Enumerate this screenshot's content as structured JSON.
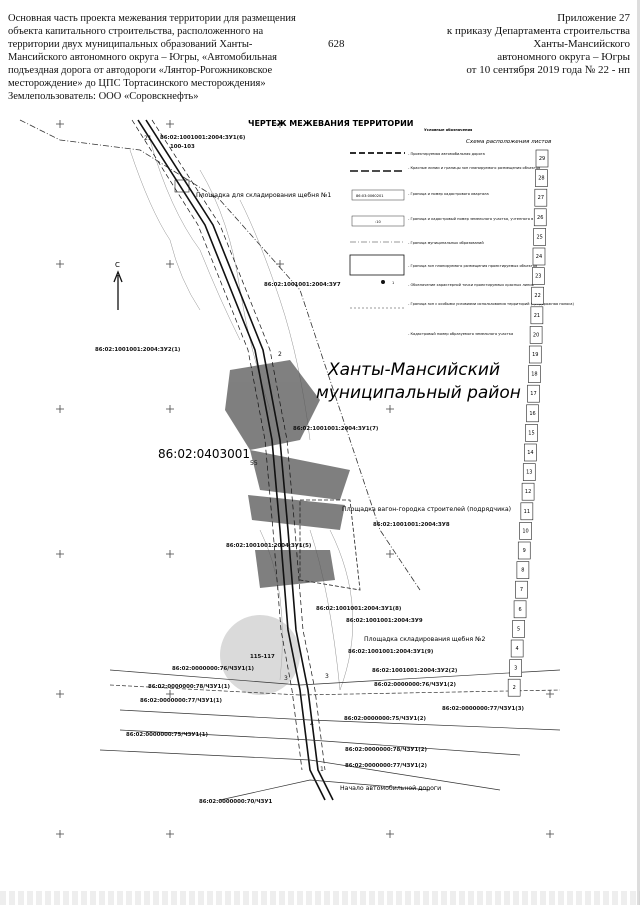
{
  "header_left": {
    "lines": [
      "Основная часть проекта межевания территории для размещения",
      "объекта капитального строительства, расположенного на",
      "территории двух муниципальных образований Ханты-",
      "Мансийского автономного округа – Югры, «Автомобильная",
      "подъездная дорога от автодороги «Лянтор-Рогожниковское",
      "месторождение» до ЦПС Тортасинского месторождения»",
      "Землепользователь: ООО «Соровскнефть»"
    ]
  },
  "page_number": "628",
  "header_right": {
    "lines": [
      "Приложение 27",
      "к приказу Департамента строительства",
      "Ханты-Мансийского",
      "автономного округа – Югры",
      "от 10 сентября 2019 года № 22 - нп"
    ]
  },
  "map": {
    "title": "ЧЕРТЕЖ МЕЖЕВАНИЯ ТЕРРИТОРИИ",
    "district_line1": "Ханты-Мансийский",
    "district_line2": "муниципальный район",
    "quarter": "86:02:0403001",
    "north": "С",
    "sites": {
      "site1": "Площадка для складирования щебня №1",
      "site2": "Площадка вагон-городка строителей (подрядчика)",
      "site3": "Площадка складирования щебня №2",
      "start": "Начало автомобильной дороги"
    },
    "parcels": [
      "86:02:1001001:2004:ЗУ1(6)",
      "100-103",
      "86:02:1001001:2004:ЗУ7",
      "86:02:1001001:2004:ЗУ2(1)",
      "86:02:1001001:2004:ЗУ1(7)",
      "86:02:1001001:2004:ЗУ8",
      "86:02:1001001:2004:ЗУ1(5)",
      "86:02:1001001:2004:ЗУ1(8)",
      "86:02:1001001:2004:ЗУ9",
      "86:02:1001001:2004:ЗУ1(9)",
      "86:02:0000000:76/ЧЗУ1(1)",
      "86:02:1001001:2004:ЗУ2(2)",
      "86:02:0000000:78/ЧЗУ1(1)",
      "86:02:0000000:76/ЧЗУ1(2)",
      "86:02:0000000:77/ЧЗУ1(1)",
      "86:02:0000000:77/ЧЗУ1(3)",
      "86:02:0000000:75/ЧЗУ1(1)",
      "86:02:0000000:75/ЧЗУ1(2)",
      "86:02:0000000:78/ЧЗУ1(2)",
      "86:02:0000000:77/ЧЗУ1(2)",
      "86:02:0000000:70/ЧЗУ1",
      "115-117"
    ],
    "legend": {
      "title": "Условные обозначения",
      "items": [
        "- Проектируемая автомобильная дорога",
        "- Красные линии и границы зон планируемого размещения объектов",
        "- Граница и номер кадастрового квартала",
        "- Граница и кадастровый номер земельного участка, учтенного в ГКН",
        "- Граница муниципальных образований",
        "- Граница зон планируемого размещения проектируемых объектов",
        "- Обозначение характерной точки проектируемых красных линий",
        "- Граница зон с особыми условиями использования территорий (придорожная полоса)",
        "- Кадастровый номер образуемого земельного участка"
      ],
      "sample_quarter": "86:03:0060201",
      "sample_parcel": ":10",
      "sample_point": "1"
    },
    "sheet_scheme_title": "Схема расположения листов",
    "sheets": [
      "29",
      "28",
      "27",
      "26",
      "25",
      "24",
      "23",
      "22",
      "21",
      "20",
      "19",
      "18",
      "17",
      "16",
      "15",
      "14",
      "13",
      "12",
      "11",
      "10",
      "9",
      "8",
      "7",
      "6",
      "5",
      "4",
      "3",
      "2"
    ]
  }
}
